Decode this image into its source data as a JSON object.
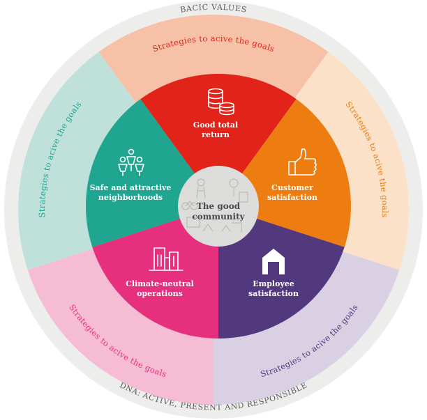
{
  "outer_ring": {
    "top_label": "BACIC VALUES",
    "bottom_label": "DNA: ACTIVE, PRESENT AND RESPONSIBLE"
  },
  "center": {
    "line1": "The good",
    "line2": "community"
  },
  "strategy_label": "Strategies to acive the goals",
  "segments": [
    {
      "line1": "Good total",
      "line2": "return",
      "icon": "coins-icon",
      "color": "#e2231a",
      "ring_color": "#f7c1a8",
      "ring_text_color": "#e2231a"
    },
    {
      "line1": "Customer",
      "line2": "satisfaction",
      "icon": "thumbs-up-icon",
      "color": "#ee7d11",
      "ring_color": "#fbe1c7",
      "ring_text_color": "#ee7d11"
    },
    {
      "line1": "Employee",
      "line2": "satisfaction",
      "icon": "house-icon",
      "color": "#52387c",
      "ring_color": "#d9d0e4",
      "ring_text_color": "#52387c"
    },
    {
      "line1": "Climate-neutral",
      "line2": "operations",
      "icon": "buildings-icon",
      "color": "#e6307d",
      "ring_color": "#f6bcd3",
      "ring_text_color": "#e6307d"
    },
    {
      "line1": "Safe and attractive",
      "line2": "neighborhoods",
      "icon": "people-icon",
      "color": "#1fa590",
      "ring_color": "#bfe1da",
      "ring_text_color": "#1fa590"
    }
  ]
}
